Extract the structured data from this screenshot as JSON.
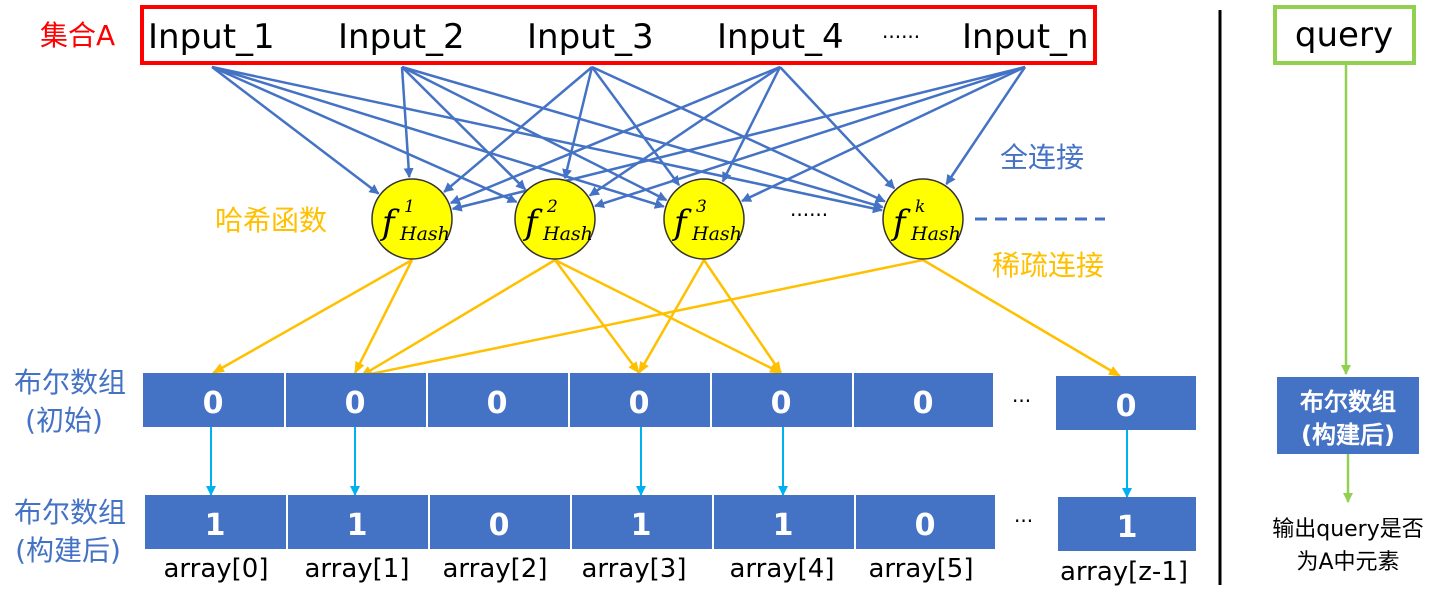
{
  "set_label": "集合A",
  "inputs": [
    "Input_1",
    "Input_2",
    "Input_3",
    "Input_4",
    "······",
    "Input_n"
  ],
  "hash_label": "哈希函数",
  "hash_functions": [
    {
      "base": "f",
      "sub": "Hash",
      "sup": "1"
    },
    {
      "base": "f",
      "sub": "Hash",
      "sup": "2"
    },
    {
      "base": "f",
      "sub": "Hash",
      "sup": "3"
    },
    {
      "base": "f",
      "sub": "Hash",
      "sup": "k"
    }
  ],
  "hash_ellipsis": "······",
  "legend": {
    "full": "全连接",
    "sparse": "稀疏连接"
  },
  "row_initial": {
    "label_1": "布尔数组",
    "label_2": "(初始)",
    "values": [
      "0",
      "0",
      "0",
      "0",
      "0",
      "0",
      "0"
    ]
  },
  "row_built": {
    "label_1": "布尔数组",
    "label_2": "(构建后)",
    "values": [
      "1",
      "1",
      "0",
      "1",
      "1",
      "0",
      "1"
    ]
  },
  "cell_ellipsis": "···",
  "array_labels": [
    "array[0]",
    "array[1]",
    "array[2]",
    "array[3]",
    "array[4]",
    "array[5]",
    "array[z-1]"
  ],
  "query": {
    "label": "query",
    "box_1": "布尔数组",
    "box_2": "(构建后)",
    "output_1": "输出query是否",
    "output_2": "为A中元素"
  },
  "colors": {
    "blue": "#4472C4",
    "yellow": "#FFC000",
    "red": "#FF0000",
    "green": "#92D050",
    "cyan": "#00B0F0",
    "circle": "#FFFF00"
  }
}
